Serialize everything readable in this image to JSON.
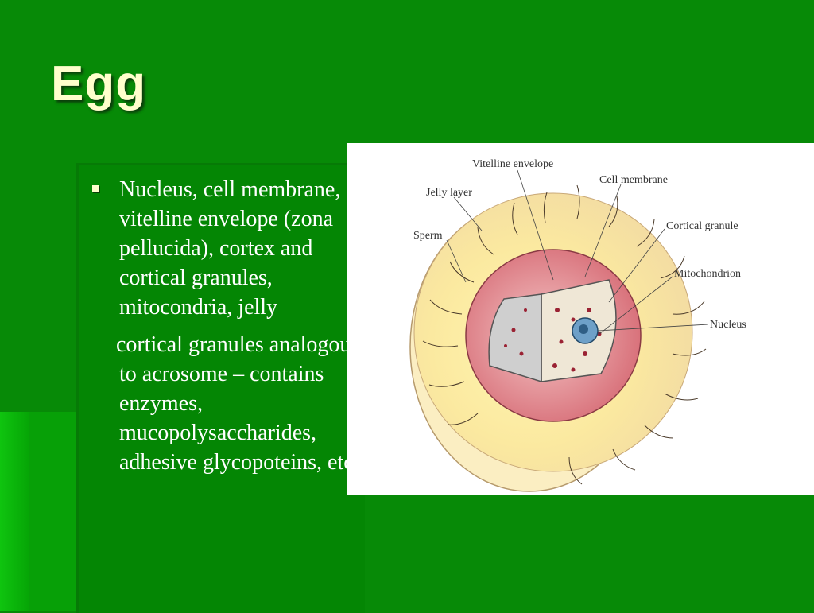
{
  "slide": {
    "title": "Egg",
    "bullets": [
      "Nucleus, cell membrane, vitelline envelope (zona pellucida), cortex and cortical granules, mitocondria, jelly"
    ],
    "paragraph": "cortical granules analogous to acrosome – contains enzymes, mucopolysaccharides, adhesive glycopoteins, etc"
  },
  "figure": {
    "labels": {
      "vitelline": "Vitelline envelope",
      "cell_membrane": "Cell membrane",
      "jelly": "Jelly layer",
      "sperm": "Sperm",
      "cortical": "Cortical granule",
      "mito": "Mitochondrion",
      "nucleus": "Nucleus"
    }
  },
  "colors": {
    "background": "#078a07",
    "title": "#ffffcc",
    "text": "#ffffff"
  }
}
